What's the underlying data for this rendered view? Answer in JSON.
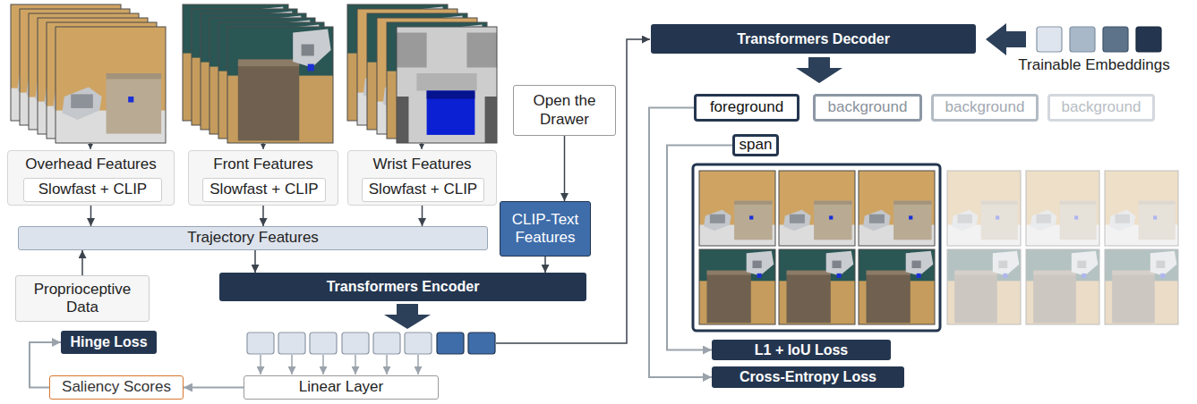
{
  "diagram": {
    "nodes": [
      {
        "text": [
          "Overhead Features"
        ]
      },
      {
        "text": [
          "Slowfast + CLIP"
        ],
        "in": 0
      },
      {
        "text": [
          "Front Features"
        ]
      },
      {
        "text": [
          "Slowfast + CLIP"
        ],
        "in": 2
      },
      {
        "text": [
          "Wrist Features"
        ]
      },
      {
        "text": [
          "Slowfast + CLIP"
        ],
        "in": 4
      },
      {
        "text": [
          "Open the Drawer"
        ]
      },
      {
        "text": [
          "Trajectory Features"
        ]
      },
      {
        "text": [
          "CLIP-Text Features"
        ]
      },
      {
        "text": [
          "Proprioceptive Data"
        ]
      },
      {
        "text": [
          "Transformers Encoder"
        ]
      },
      {
        "text": [
          "Hinge Loss"
        ]
      },
      {
        "text": [
          "Saliency Scores"
        ]
      },
      {
        "text": [
          "Linear Layer"
        ]
      },
      {
        "text": [
          "Transformers Decoder"
        ]
      },
      {
        "text": [
          "foreground"
        ]
      },
      {
        "text": [
          "background"
        ]
      },
      {
        "text": [
          "background"
        ]
      },
      {
        "text": [
          "background"
        ]
      },
      {
        "text": [
          "span"
        ]
      },
      {
        "text": [
          "L1 + IoU Loss"
        ]
      },
      {
        "text": [
          "Cross-Entropy Loss"
        ]
      }
    ],
    "edges": [
      {
        "from": 0,
        "to": 7,
        "arrow": "to"
      },
      {
        "from": 2,
        "to": 7,
        "arrow": "to"
      },
      {
        "from": 4,
        "to": 7,
        "arrow": "to"
      },
      {
        "from": 9,
        "to": 7,
        "arrow": "to"
      },
      {
        "from": 6,
        "to": 8,
        "arrow": "to"
      },
      {
        "from": 7,
        "to": 10,
        "arrow": "to"
      },
      {
        "from": 8,
        "to": 10,
        "arrow": "to"
      },
      {
        "from": 13,
        "to": 12,
        "arrow": "to"
      },
      {
        "from": 12,
        "to": 11,
        "arrow": "to"
      },
      {
        "from": 19,
        "to": 20,
        "arrow": "to"
      },
      {
        "from": 15,
        "to": 21,
        "arrow": "to"
      }
    ],
    "labels": [
      "Trainable Embeddings"
    ]
  }
}
